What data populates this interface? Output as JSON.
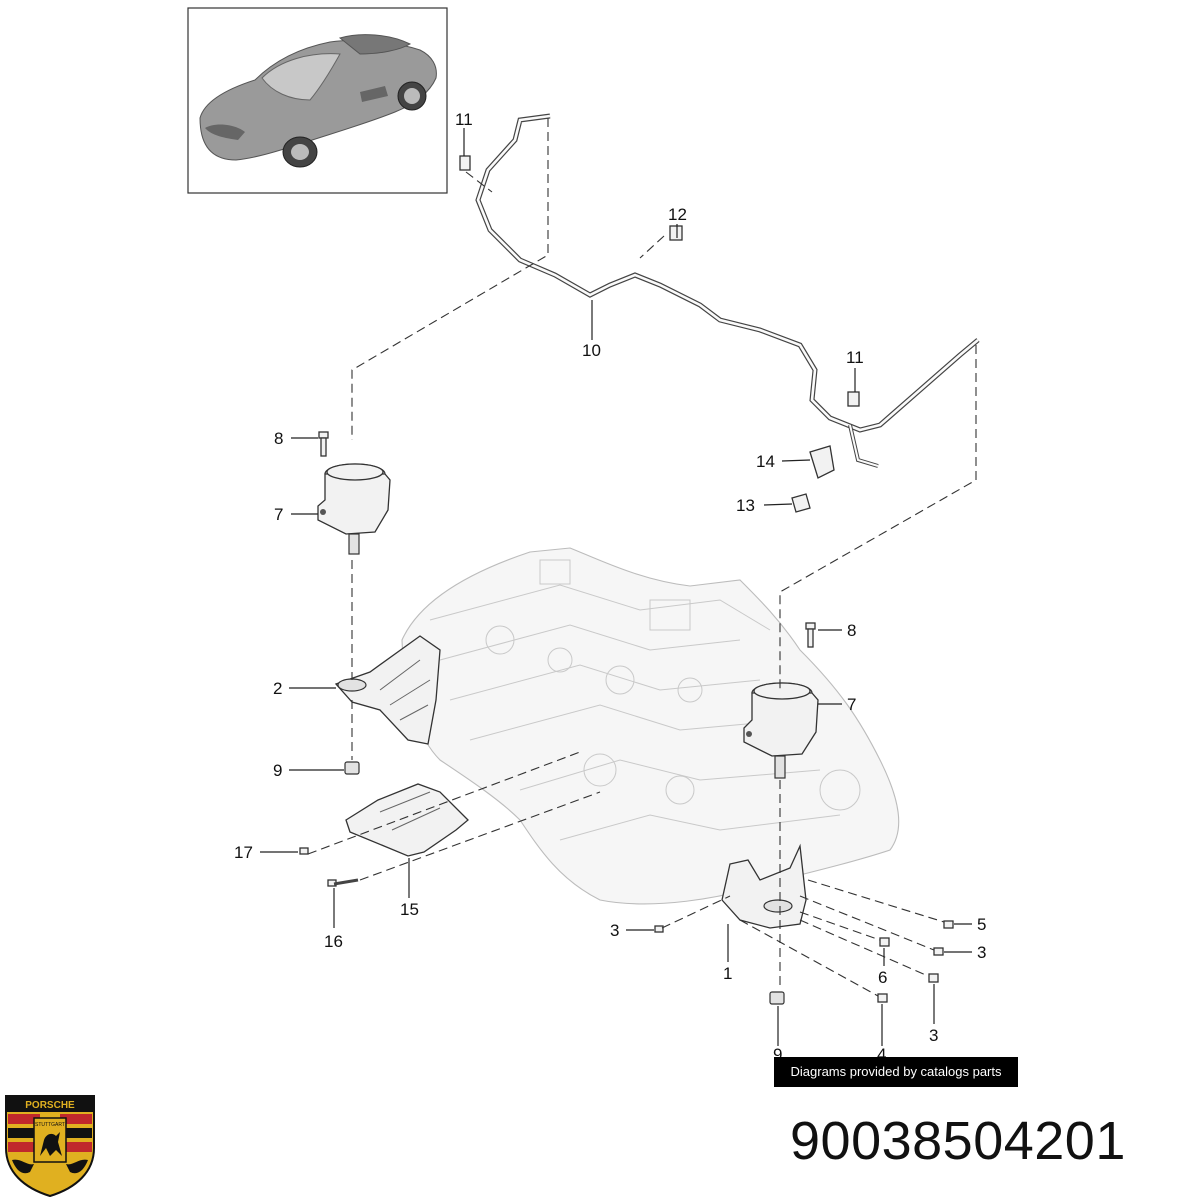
{
  "callouts": [
    {
      "id": "c11a",
      "text": "11"
    },
    {
      "id": "c12",
      "text": "12"
    },
    {
      "id": "c10",
      "text": "10"
    },
    {
      "id": "c11b",
      "text": "11"
    },
    {
      "id": "c14",
      "text": "14"
    },
    {
      "id": "c13",
      "text": "13"
    },
    {
      "id": "c8a",
      "text": "8"
    },
    {
      "id": "c7a",
      "text": "7"
    },
    {
      "id": "c8b",
      "text": "8"
    },
    {
      "id": "c7b",
      "text": "7"
    },
    {
      "id": "c2",
      "text": "2"
    },
    {
      "id": "c9a",
      "text": "9"
    },
    {
      "id": "c17",
      "text": "17"
    },
    {
      "id": "c15",
      "text": "15"
    },
    {
      "id": "c16",
      "text": "16"
    },
    {
      "id": "c3a",
      "text": "3"
    },
    {
      "id": "c1",
      "text": "1"
    },
    {
      "id": "c5",
      "text": "5"
    },
    {
      "id": "c3b",
      "text": "3"
    },
    {
      "id": "c6",
      "text": "6"
    },
    {
      "id": "c3c",
      "text": "3"
    },
    {
      "id": "c9b",
      "text": "9"
    },
    {
      "id": "c4",
      "text": "4"
    }
  ],
  "watermark": "Diagrams provided by catalogs parts",
  "part_number": "90038504201",
  "logo": {
    "brand_text": "PORSCHE",
    "city_text": "STUTTGART"
  },
  "colors": {
    "crest_gold": "#e0b020",
    "crest_red": "#c0282c",
    "crest_black": "#111111"
  }
}
